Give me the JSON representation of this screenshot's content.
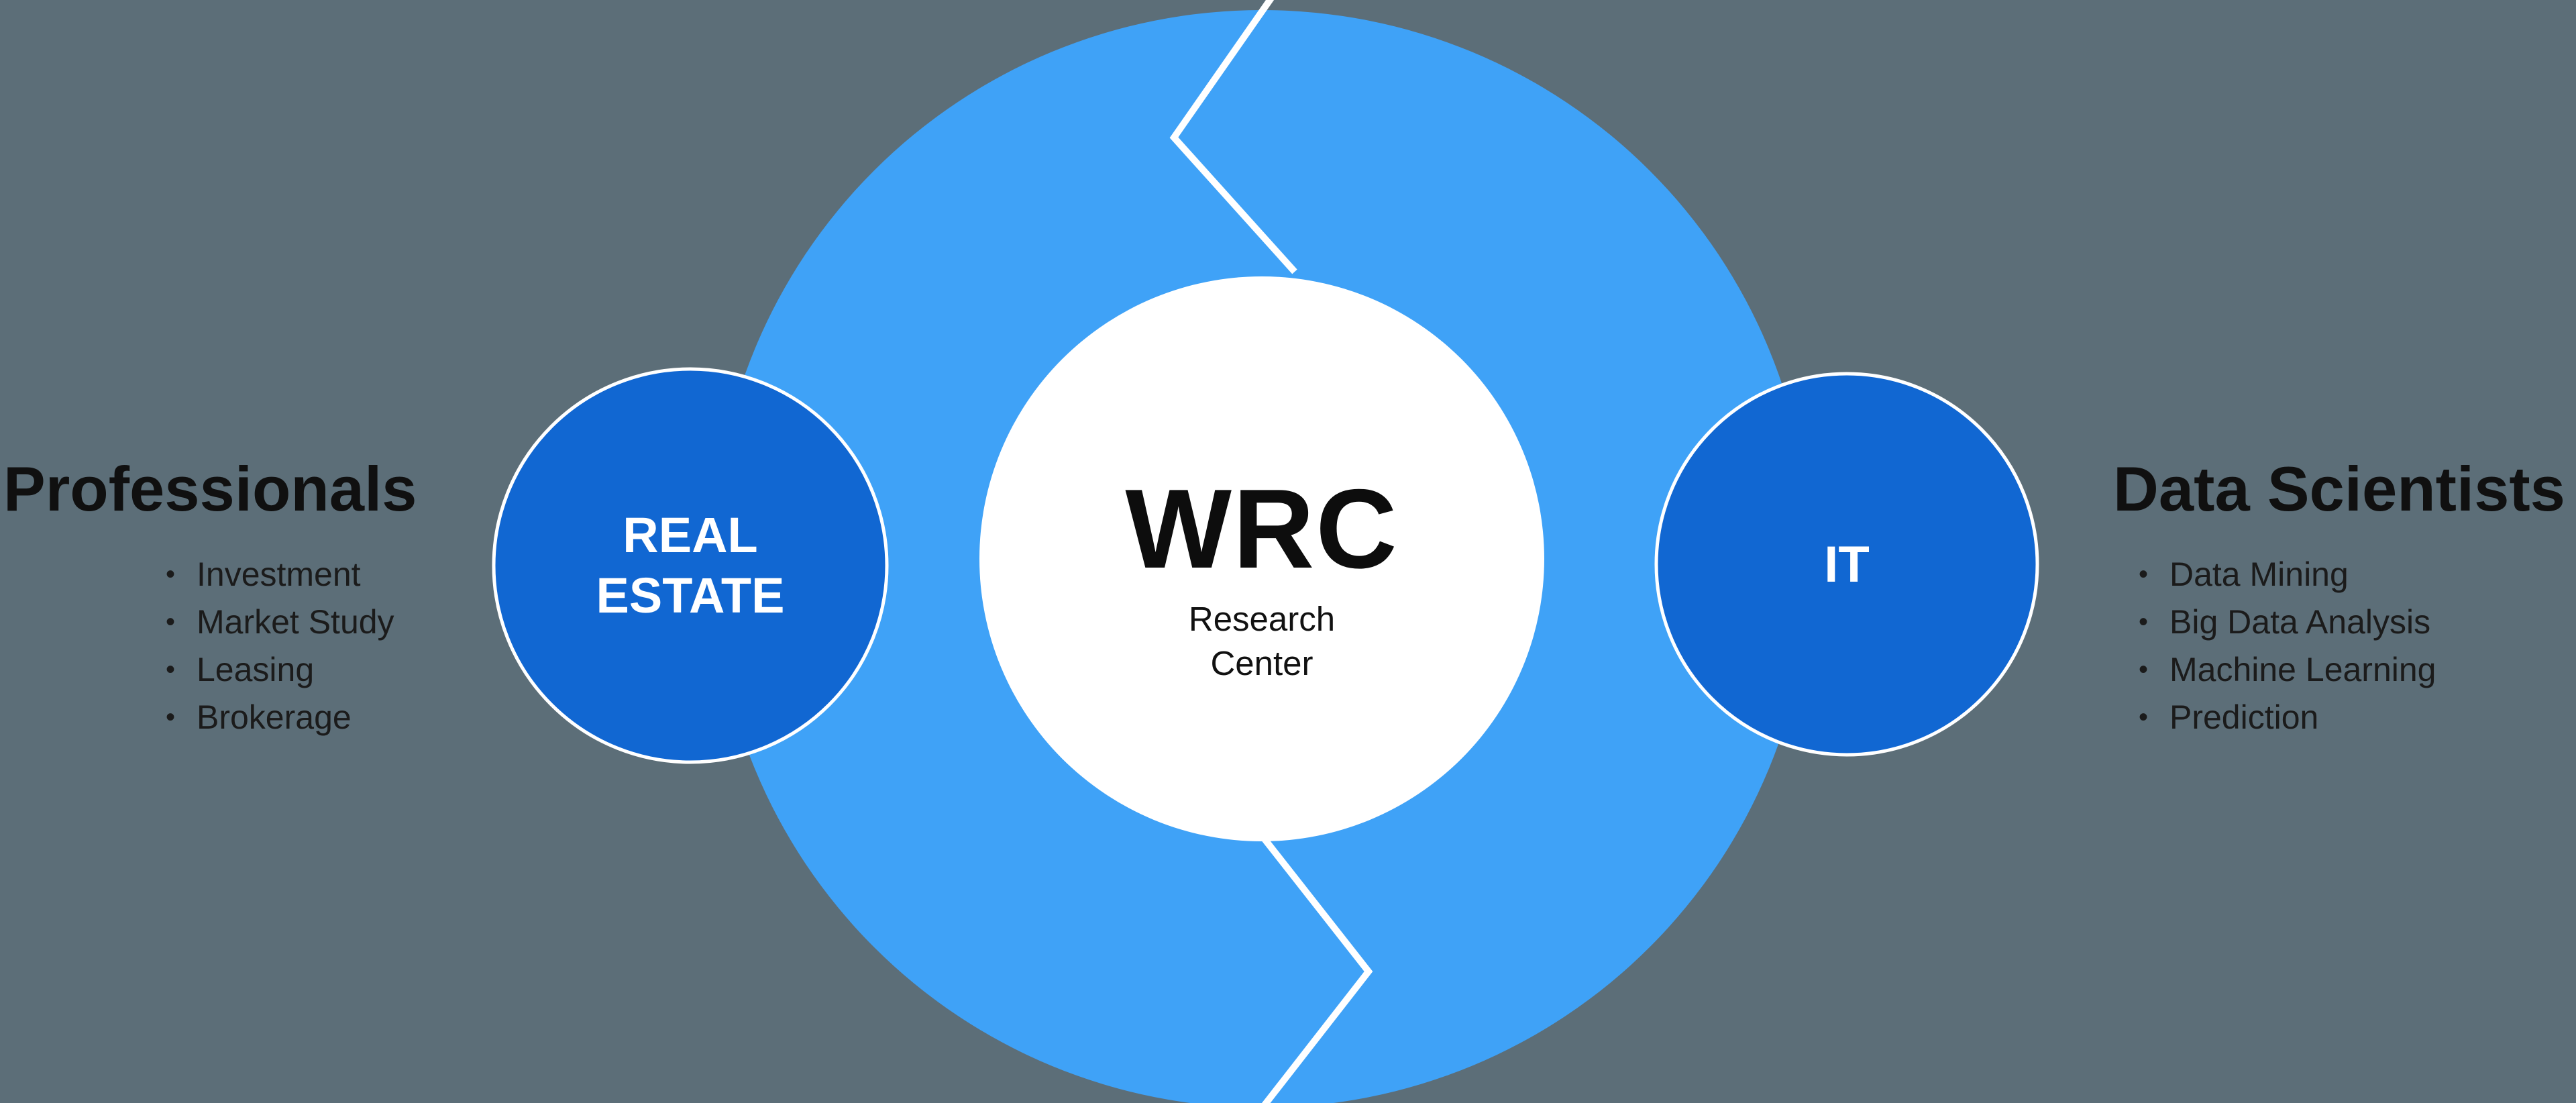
{
  "colors": {
    "background": "#5c6e78",
    "ring": "#3fa2f7",
    "node_fill": "#1167d2",
    "node_border": "#ffffff",
    "divider": "#ffffff",
    "center_fill": "#ffffff"
  },
  "center": {
    "title": "WRC",
    "subtitle_line1": "Research",
    "subtitle_line2": "Center"
  },
  "nodes": {
    "left": {
      "label_line1": "REAL",
      "label_line2": "ESTATE"
    },
    "right": {
      "label": "IT"
    }
  },
  "left_panel": {
    "heading": "Professionals",
    "items": [
      "Investment",
      "Market Study",
      "Leasing",
      "Brokerage"
    ]
  },
  "right_panel": {
    "heading": "Data Scientists",
    "items": [
      "Data Mining",
      "Big Data Analysis",
      "Machine Learning",
      "Prediction"
    ]
  }
}
